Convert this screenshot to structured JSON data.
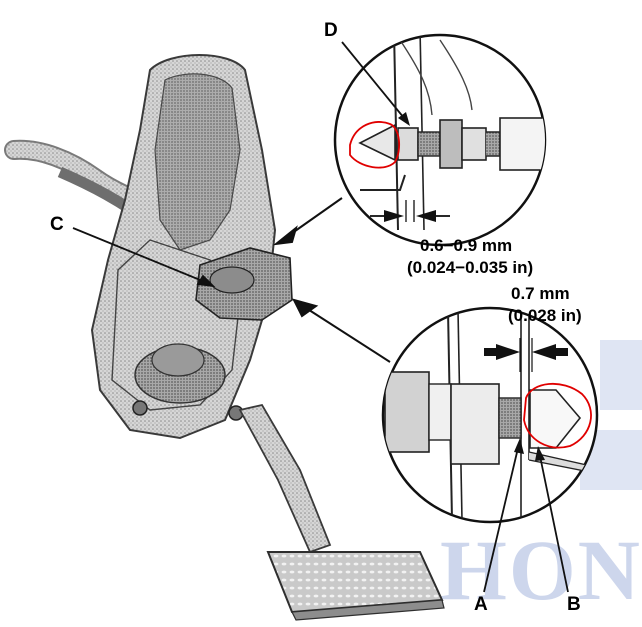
{
  "callouts": {
    "a": "A",
    "b": "B",
    "c": "C",
    "d": "D"
  },
  "measurements": {
    "gap_upper_mm": "0.6−0.9 mm",
    "gap_upper_in": "(0.024−0.035 in)",
    "gap_lower_mm": "0.7 mm",
    "gap_lower_in": "(0.028 in)"
  },
  "watermark": "HON",
  "colors": {
    "linework": "#1a1a1a",
    "shading": "#bdbdbd",
    "markup_circle": "#e00000",
    "watermark": "#cdd6ec"
  }
}
